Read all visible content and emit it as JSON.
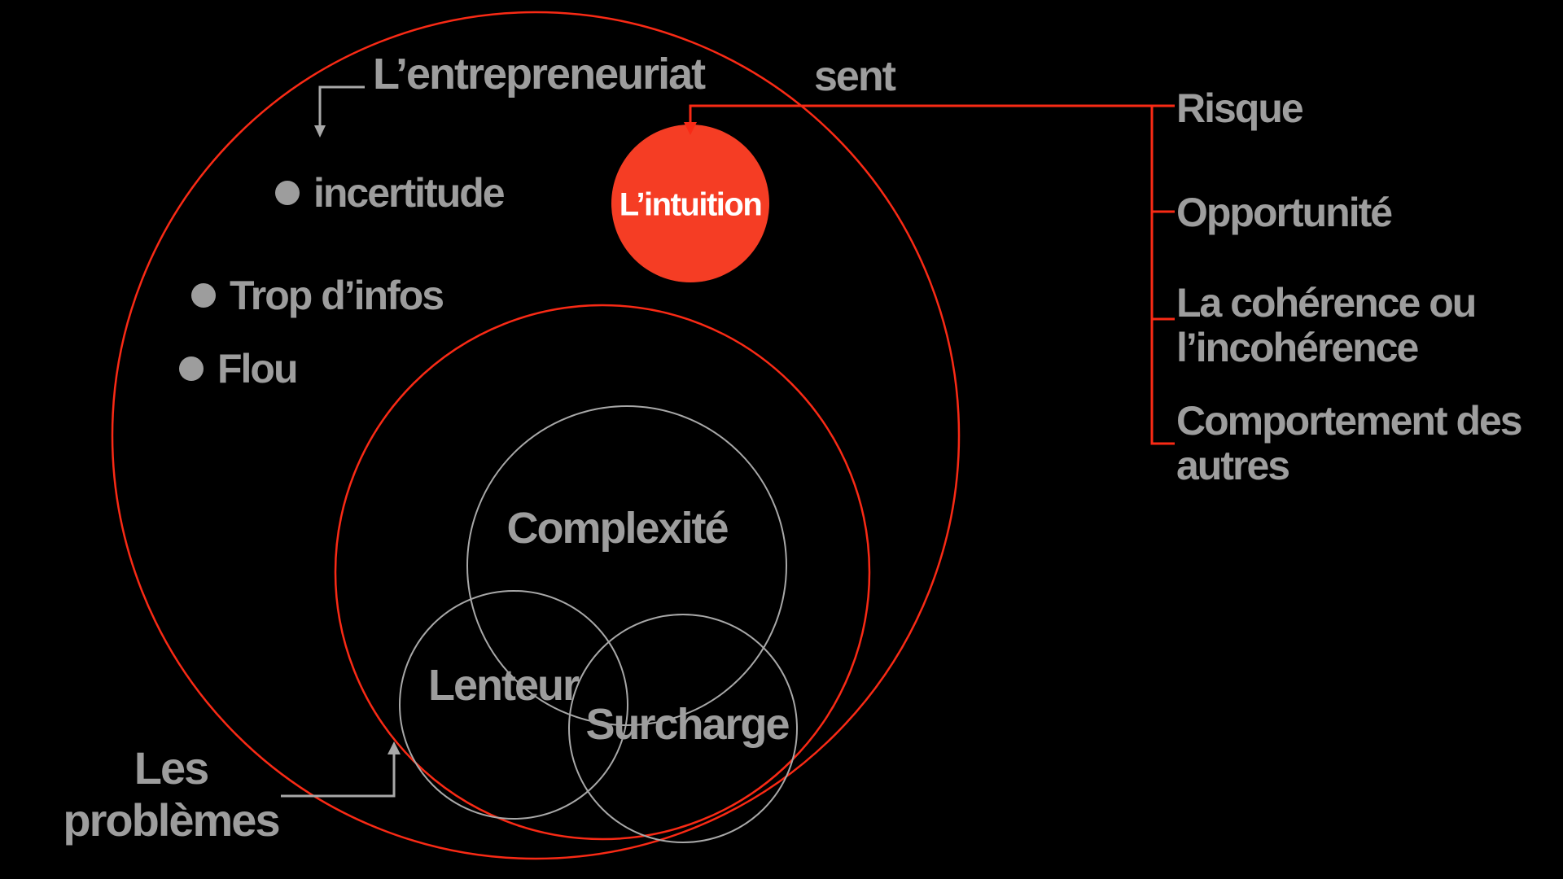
{
  "colors": {
    "background": "#000000",
    "accent_fill": "#f53d24",
    "accent_line": "#f92a15",
    "gray_text": "#9d9d9d",
    "gray_line": "#a8a8a8",
    "white": "#ffffff"
  },
  "main_set": {
    "title": "L’entrepreneuriat"
  },
  "bullets": [
    {
      "label": "incertitude"
    },
    {
      "label": "Trop d’infos"
    },
    {
      "label": "Flou"
    }
  ],
  "intuition": {
    "label": "L’intuition",
    "relation": "sent"
  },
  "senses": [
    {
      "line1": "Risque",
      "line2": ""
    },
    {
      "line1": "Opportunité",
      "line2": ""
    },
    {
      "line1": "La cohérence ou",
      "line2": "l’incohérence"
    },
    {
      "line1": "Comportement des",
      "line2": "autres"
    }
  ],
  "problems": {
    "title_line1": "Les",
    "title_line2": "problèmes",
    "circles": [
      {
        "label": "Complexité"
      },
      {
        "label": "Lenteur"
      },
      {
        "label": "Surcharge"
      }
    ]
  }
}
